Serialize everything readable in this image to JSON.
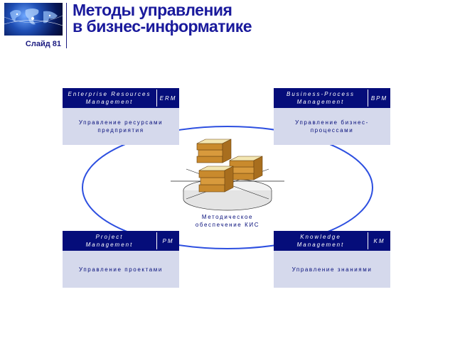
{
  "slide": {
    "number_label": "Слайд 81",
    "title_line1": "Методы управления",
    "title_line2": "в бизнес-информатике"
  },
  "center": {
    "label": "Методическое\nобеспечение КИС",
    "icon": "stack-of-books-icon"
  },
  "boxes": {
    "erm": {
      "name": "Enterprise Resources\nManagement",
      "abbr": "ERM",
      "body": "Управление ресурсами\nпредприятия"
    },
    "bpm": {
      "name": "Business-Process\nManagement",
      "abbr": "BPM",
      "body": "Управление бизнес-\nпроцессами"
    },
    "pm": {
      "name": "Project\nManagement",
      "abbr": "PM",
      "body": "Управление проектами"
    },
    "km": {
      "name": "Knowledge\nManagement",
      "abbr": "KM",
      "body": "Управление знаниями"
    }
  },
  "colors": {
    "header_bg": "#050d7a",
    "body_bg": "#d5d9ec",
    "ellipse": "#2d4fe0",
    "title": "#1a1a9c"
  }
}
